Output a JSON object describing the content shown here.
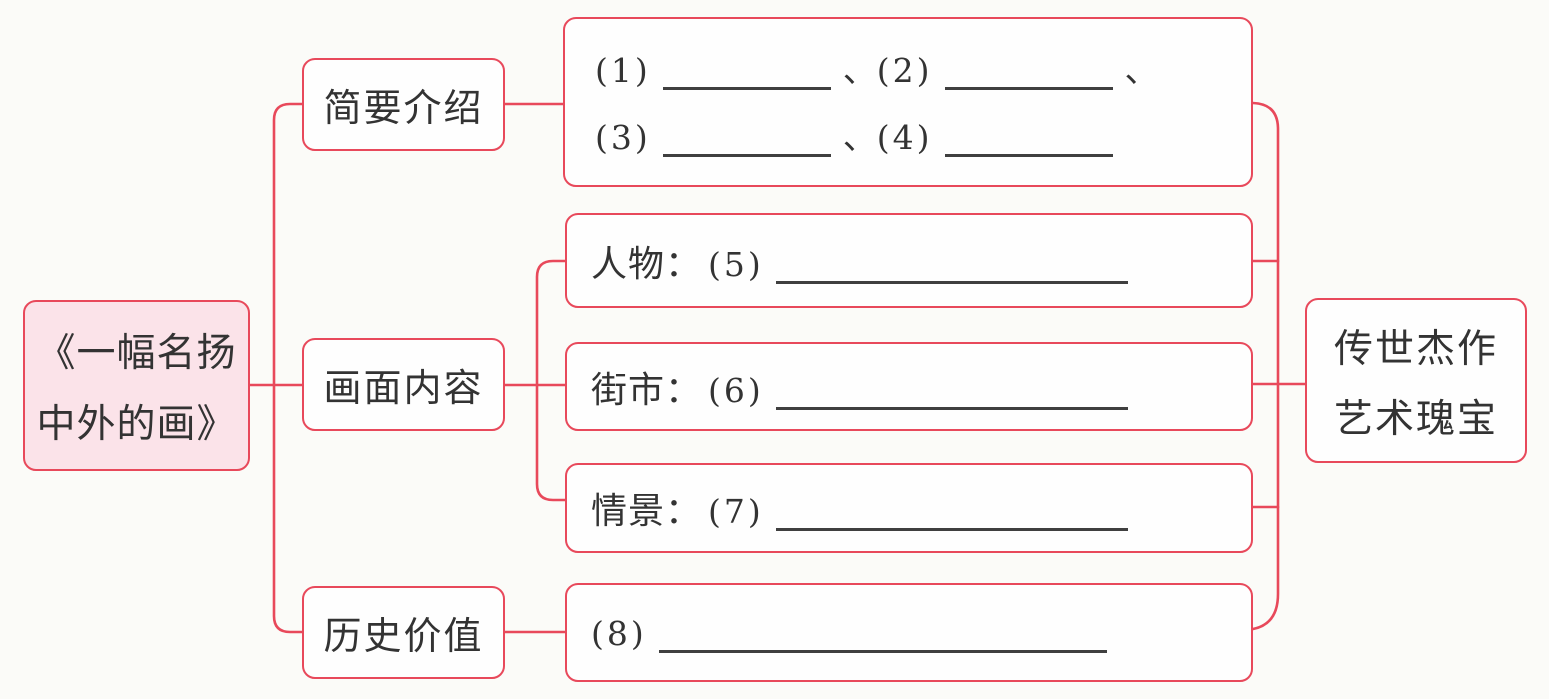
{
  "palette": {
    "line_red": "#e8495b",
    "root_fill": "#fbe3e9",
    "box_fill": "#fefefe",
    "text_dark": "#333333",
    "blank_line": "#3f3f3f",
    "page_bg": "#fbfbf8"
  },
  "mindmap": {
    "root": {
      "line1": "《一幅名扬",
      "line2": "中外的画》"
    },
    "branches": {
      "brief": {
        "label": "简要介绍"
      },
      "content": {
        "label": "画面内容"
      },
      "history": {
        "label": "历史价值"
      }
    },
    "details": {
      "brief_items": {
        "item1": "(1)",
        "item2": "(2)",
        "item3": "(3)",
        "item4": "(4)",
        "separator": "、"
      },
      "figures": {
        "label": "人物：",
        "num": "(5)"
      },
      "street": {
        "label": "街市：",
        "num": "(6)"
      },
      "scene": {
        "label": "情景：",
        "num": "(7)"
      },
      "history_item": {
        "num": "(8)"
      }
    },
    "conclusion": {
      "line1": "传世杰作",
      "line2": "艺术瑰宝"
    }
  }
}
